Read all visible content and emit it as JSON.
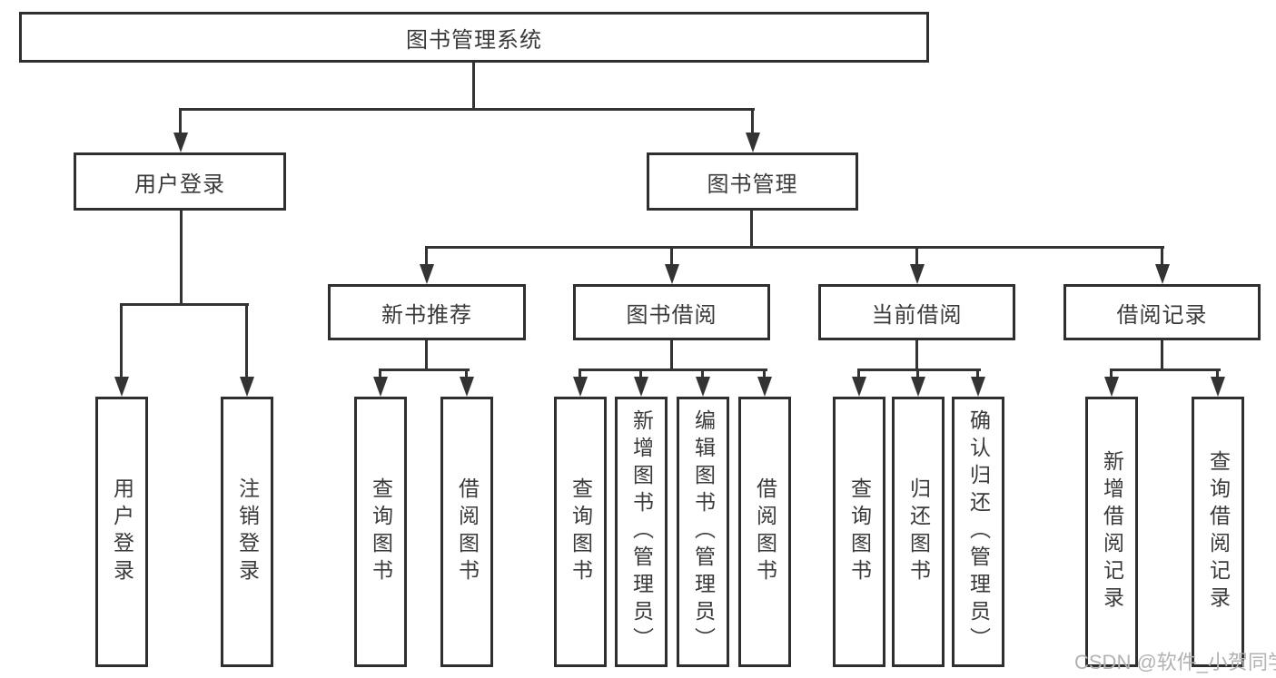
{
  "nodes": {
    "root": {
      "label": "图书管理系统"
    },
    "user_login": {
      "label": "用户登录"
    },
    "book_mgmt": {
      "label": "图书管理"
    },
    "new_book_rec": {
      "label": "新书推荐"
    },
    "book_borrow": {
      "label": "图书借阅"
    },
    "current_borrow": {
      "label": "当前借阅"
    },
    "borrow_records": {
      "label": "借阅记录"
    },
    "ul_login": {
      "label": "用户登录"
    },
    "ul_logout": {
      "label": "注销登录"
    },
    "nb_query": {
      "label": "查询图书"
    },
    "nb_borrow": {
      "label": "借阅图书"
    },
    "bb_query": {
      "label": "查询图书"
    },
    "bb_add": {
      "label": "新增图书（管理员）"
    },
    "bb_edit": {
      "label": "编辑图书（管理员）"
    },
    "bb_borrow": {
      "label": "借阅图书"
    },
    "cb_query": {
      "label": "查询图书"
    },
    "cb_return": {
      "label": "归还图书"
    },
    "cb_confirm": {
      "label": "确认归还（管理员）"
    },
    "br_add": {
      "label": "新增借阅记录"
    },
    "br_query": {
      "label": "查询借阅记录"
    }
  },
  "hierarchy": {
    "图书管理系统": {
      "用户登录": [
        "用户登录",
        "注销登录"
      ],
      "图书管理": {
        "新书推荐": [
          "查询图书",
          "借阅图书"
        ],
        "图书借阅": [
          "查询图书",
          "新增图书（管理员）",
          "编辑图书（管理员）",
          "借阅图书"
        ],
        "当前借阅": [
          "查询图书",
          "归还图书",
          "确认归还（管理员）"
        ],
        "借阅记录": [
          "新增借阅记录",
          "查询借阅记录"
        ]
      }
    }
  },
  "watermark": {
    "text": "CSDN @软件_小贺同学"
  },
  "colors": {
    "line": "#333333",
    "box_border": "#2f2f2f",
    "text": "#3a3a3a",
    "watermark": "#b2b2b2",
    "background": "#ffffff"
  }
}
